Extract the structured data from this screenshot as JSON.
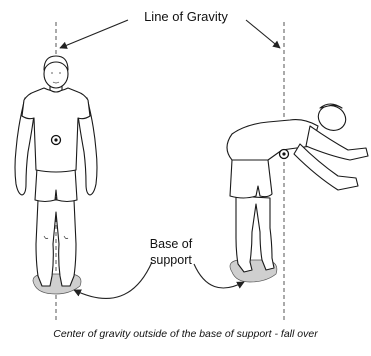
{
  "labels": {
    "line_of_gravity": "Line of Gravity",
    "base_of_support_line1": "Base of",
    "base_of_support_line2": "support",
    "caption": "Center of gravity outside of the base of support - fall over"
  },
  "figures": [
    {
      "id": "standing-figure",
      "pose": "upright",
      "center_of_gravity": "inside base of support"
    },
    {
      "id": "leaning-figure",
      "pose": "bent forward",
      "center_of_gravity": "outside base of support"
    }
  ]
}
